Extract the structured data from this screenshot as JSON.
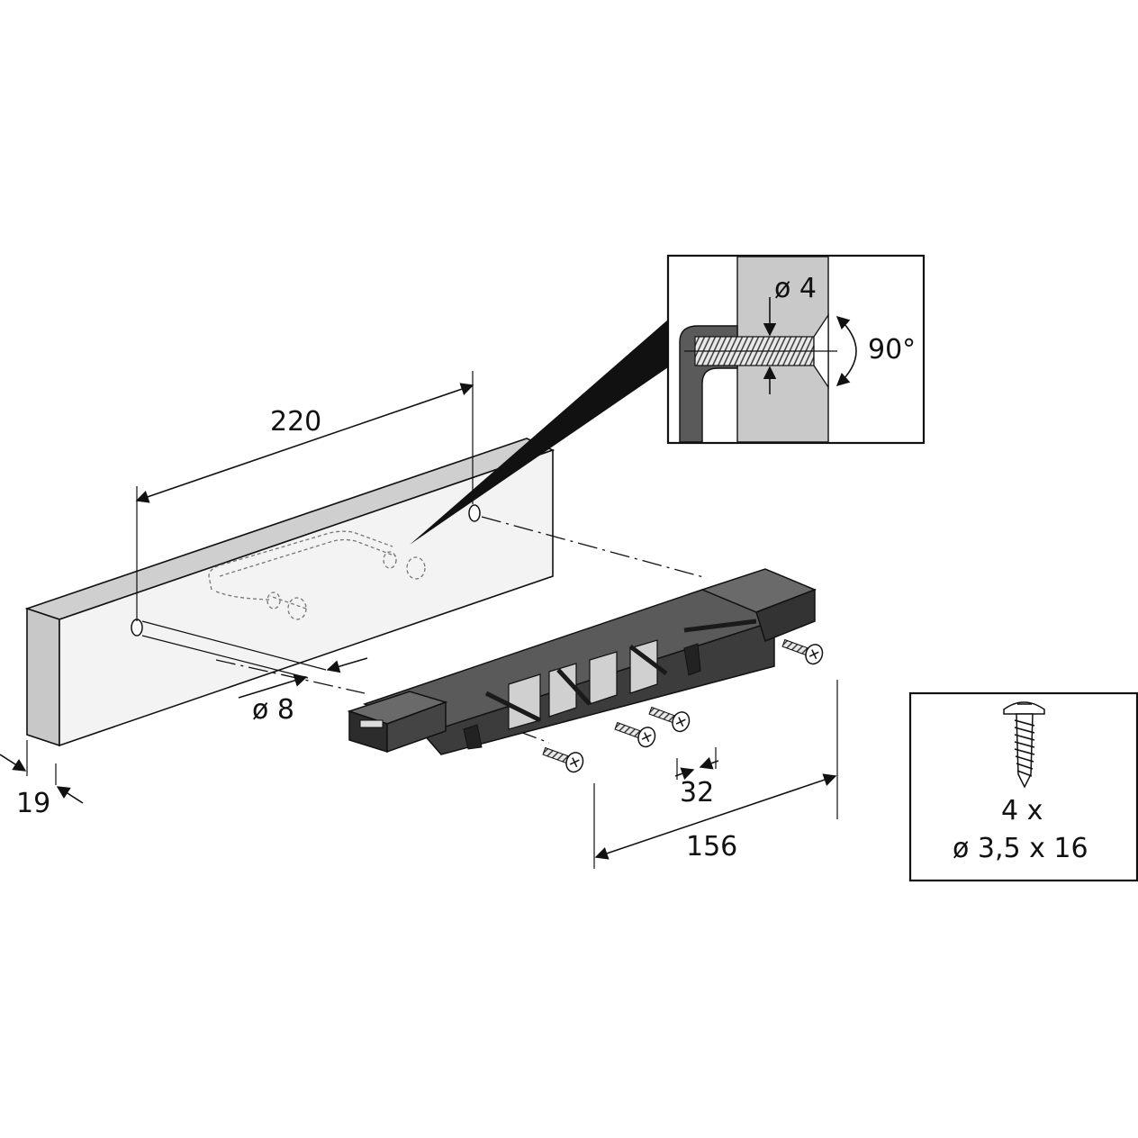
{
  "labels": {
    "dim_hole_spacing": "220",
    "dim_hole_diameter": "ø 8",
    "dim_board_thickness": "19",
    "dim_screw_offset": "32",
    "dim_bracket_length": "156",
    "detail_pilot_diameter": "ø 4",
    "detail_countersink_angle": "90°",
    "screws_quantity": "4 x",
    "screws_size": "ø 3,5 x 16"
  },
  "colors": {
    "board_face": "#f3f3f3",
    "board_top": "#cfcfcf",
    "board_side": "#c8c8c8",
    "bracket": "#4a4a4a",
    "bracket_dark": "#2c2c2c",
    "detail_panel": "#c9c9c9"
  },
  "icons": {
    "screw": "screw-icon",
    "bracket": "bracket-icon"
  }
}
